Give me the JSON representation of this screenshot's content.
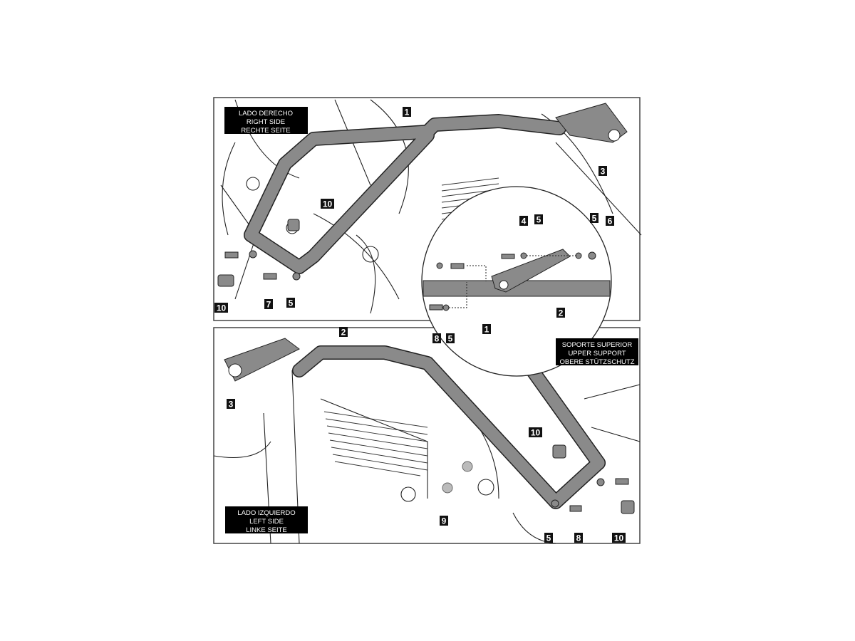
{
  "captions": {
    "right_side": [
      "LADO DERECHO",
      "RIGHT SIDE",
      "RECHTE SEITE"
    ],
    "left_side": [
      "LADO IZQUIERDO",
      "LEFT SIDE",
      "LINKE SEITE"
    ],
    "upper_support": [
      "SOPORTE SUPERIOR",
      "UPPER SUPPORT",
      "OBERE STÜTZSCHUTZ"
    ]
  },
  "callouts_top": [
    "1",
    "10",
    "3",
    "4",
    "5",
    "5",
    "6",
    "10",
    "7",
    "5",
    "2",
    "1",
    "8",
    "5"
  ],
  "callouts_bottom": [
    "2",
    "3",
    "10",
    "9",
    "5",
    "8",
    "10"
  ]
}
